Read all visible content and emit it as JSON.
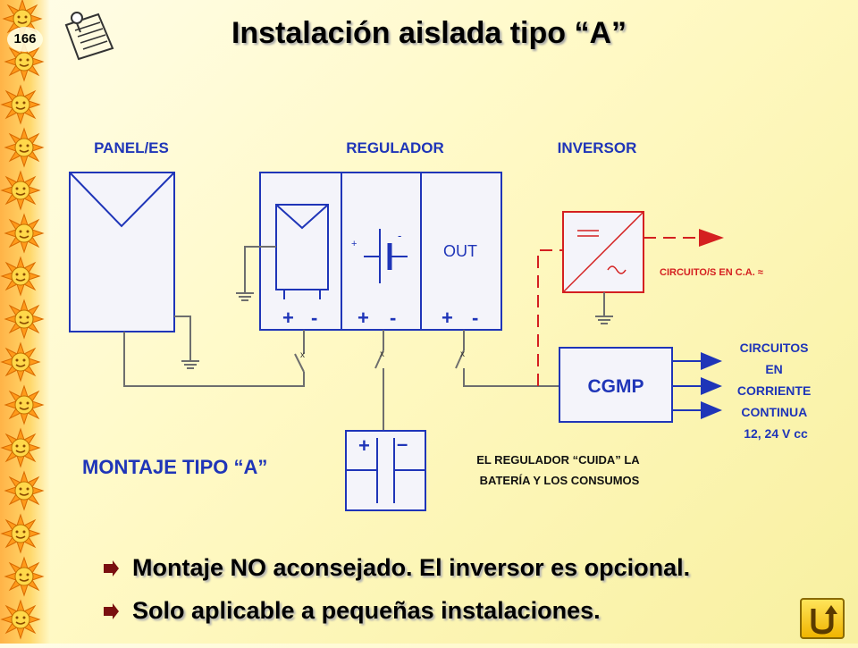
{
  "slide": {
    "page_number": "166",
    "title": "Instalación aislada tipo “A”"
  },
  "diagram": {
    "panel_label": "PANEL/ES",
    "regulator_label": "REGULADOR",
    "inverter_label": "INVERSOR",
    "out_label": "OUT",
    "plus": "+",
    "minus": "-",
    "ac_circuit_label": "CIRCUITO/S EN C.A. ≈",
    "cgmp_label": "CGMP",
    "dc_circuits_lines": [
      "CIRCUITOS",
      "EN",
      "CORRIENTE",
      "CONTINUA",
      "12, 24 V cc"
    ],
    "mounting_label": "MONTAJE TIPO “A”",
    "regulator_note_lines": [
      "EL REGULADOR “CUIDA” LA",
      "BATERÍA Y LOS CONSUMOS"
    ],
    "battery_plus": "+",
    "battery_minus": "–"
  },
  "bullets": [
    "Montaje NO aconsejado. El inversor es opcional.",
    "Solo aplicable a pequeñas instalaciones."
  ],
  "colors": {
    "diagram_blue": "#1f35b8",
    "wire_gray": "#6e6e6e",
    "ac_red": "#d42020",
    "bullet_dark_red": "#7a1010"
  },
  "icons": {
    "sun_strip": "sun-icon",
    "note": "notepad-icon",
    "home_button": "return-arrow-icon"
  }
}
